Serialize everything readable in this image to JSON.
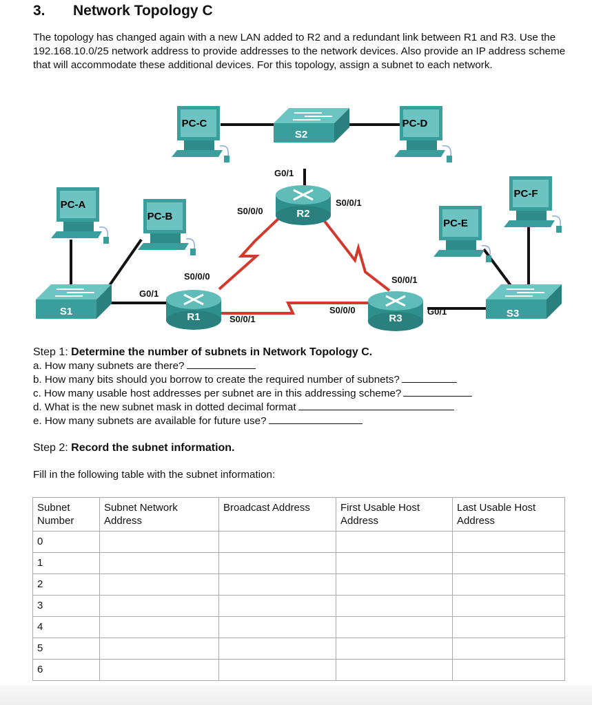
{
  "header": {
    "number": "3.",
    "title": "Network Topology C"
  },
  "intro": "The topology has changed again with a new LAN added to R2 and a redundant link between R1 and R3. Use the 192.168.10.0/25 network address to provide addresses to the network devices. Also provide an IP address scheme that will accommodate these additional devices. For this topology, assign a subnet to each network.",
  "diagram": {
    "devices": {
      "pcA": "PC-A",
      "pcB": "PC-B",
      "pcC": "PC-C",
      "pcD": "PC-D",
      "pcE": "PC-E",
      "pcF": "PC-F",
      "s1": "S1",
      "s2": "S2",
      "s3": "S3",
      "r1": "R1",
      "r2": "R2",
      "r3": "R3"
    },
    "ports": {
      "r2_g01": "G0/1",
      "r2_s000": "S0/0/0",
      "r2_s001": "S0/0/1",
      "r1_s000": "S0/0/0",
      "r1_g01": "G0/1",
      "r1_s001": "S0/0/1",
      "r3_s001": "S0/0/1",
      "r3_s000": "S0/0/0",
      "r3_g01": "G0/1"
    },
    "colors": {
      "device": "#3a9e9c",
      "serial_link": "#d23a2e",
      "ethernet_link": "#111111"
    }
  },
  "step1": {
    "prefix": "Step 1: ",
    "heading": "Determine the number of subnets in Network Topology C.",
    "questions": [
      "a. How many subnets are there?",
      "b. How many bits should you borrow to create the required number of subnets?",
      "c. How many usable host addresses per subnet are in this addressing scheme?",
      "d. What is the new subnet mask in dotted decimal format",
      "e. How many subnets are available for future use?"
    ]
  },
  "step2": {
    "prefix": "Step 2: ",
    "heading": "Record the subnet information.",
    "instruction": "Fill in the following table with the subnet information:"
  },
  "table": {
    "headers": [
      [
        "Subnet",
        "Number"
      ],
      [
        "Subnet Network",
        "Address"
      ],
      [
        "Broadcast Address",
        ""
      ],
      [
        "First Usable Host",
        "Address"
      ],
      [
        "Last Usable Host",
        "Address"
      ]
    ],
    "rows": [
      "0",
      "1",
      "2",
      "3",
      "4",
      "5",
      "6"
    ]
  }
}
